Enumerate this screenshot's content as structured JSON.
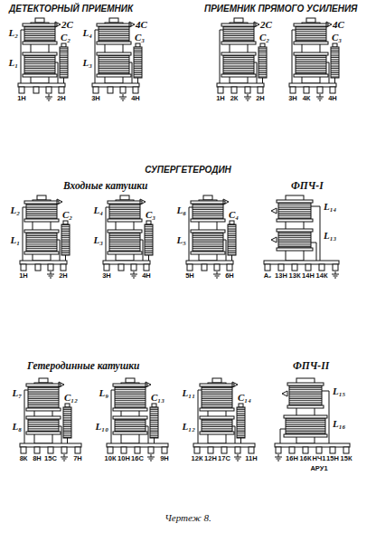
{
  "diagram": {
    "caption": "Чертеж 8.",
    "labels": [
      "ДЕТЕКТОРНЫЙ ПРИЕМНИК",
      "ПРИЕМНИК ПРЯМОГО УСИЛЕНИЯ",
      "L₂",
      "L₁",
      "2С",
      "C₂",
      "1Н",
      "2Н",
      "L₄",
      "L₃",
      "4С",
      "C₃",
      "3Н",
      "4Н",
      "2С",
      "C₂",
      "1Н",
      "2К",
      "2Н",
      "4С",
      "C₃",
      "3Н",
      "4К",
      "4Н",
      "СУПЕРГЕТЕРОДИН",
      "Входные катушки",
      "ФПЧ-I",
      "L₂",
      "L₁",
      "C₂",
      "1Н",
      "2Н",
      "L₄",
      "L₃",
      "C₃",
      "3Н",
      "4Н",
      "L₆",
      "L₅",
      "C₄",
      "5Н",
      "6Н",
      "L₁₄",
      "L₁₃",
      "A₂",
      "13Н",
      "13К",
      "14Н",
      "14К",
      "Гетеродинные катушки",
      "ФПЧ-II",
      "L₇",
      "L₈",
      "C₁₂",
      "8К",
      "8Н",
      "15С",
      "7Н",
      "L₉",
      "L₁₀",
      "C₁₃",
      "10К",
      "10Н",
      "16С",
      "9Н",
      "L₁₁",
      "L₁₂",
      "C₁₄",
      "12К",
      "12Н",
      "17С",
      "11Н",
      "L₁₅",
      "L₁₆",
      "16Н",
      "16К",
      "НЧ1",
      "15Н",
      "15К",
      "АРУ1"
    ]
  }
}
